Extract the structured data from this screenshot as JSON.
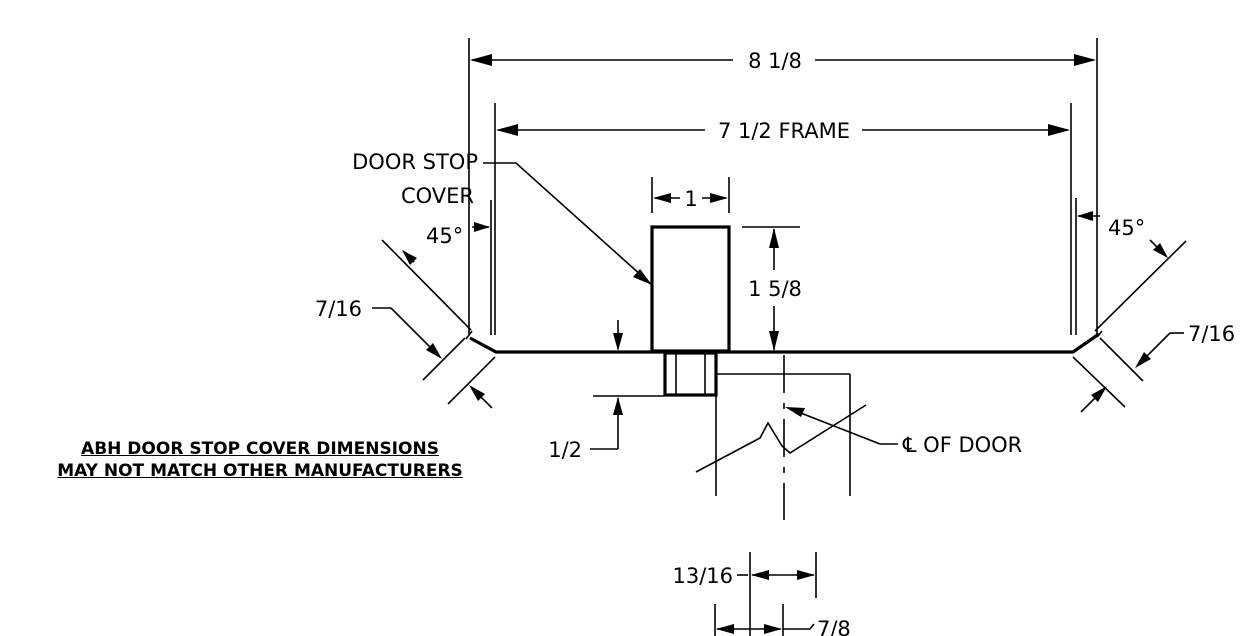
{
  "dimensions": {
    "overall_width": "8 1/8",
    "frame_width": "7 1/2 FRAME",
    "stop_width": "1",
    "stop_height": "1 5/8",
    "left_angle": "45°",
    "right_angle": "45°",
    "left_return": "7/16",
    "right_return": "7/16",
    "base_offset": "1/2",
    "dim_13_16": "13/16",
    "dim_7_8": "7/8"
  },
  "callouts": {
    "door_stop_line1": "DOOR STOP",
    "door_stop_line2": "COVER",
    "centerline": "℄ OF DOOR"
  },
  "note": {
    "line1": "ABH DOOR STOP COVER DIMENSIONS",
    "line2": "MAY NOT MATCH OTHER MANUFACTURERS"
  },
  "colors": {
    "line": "#000000",
    "background": "#ffffff"
  }
}
